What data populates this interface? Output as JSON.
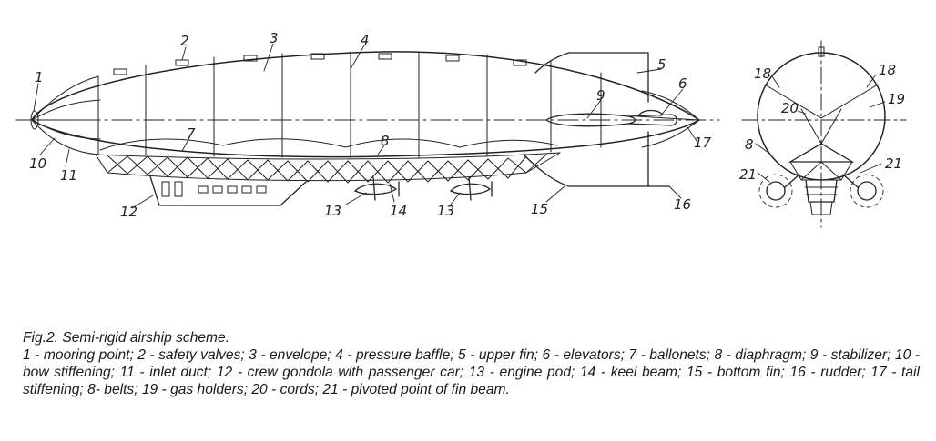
{
  "figure": {
    "title": "Fig.2. Semi-rigid airship scheme.",
    "legend": "1 - mooring point; 2 - safety valves; 3 - envelope; 4 - pressure baffle; 5 - upper fin; 6 - elevators; 7 - ballonets; 8 - diaphragm; 9 - stabilizer; 10 - bow stiffening; 11 - inlet duct; 12 - crew gondola with passenger car; 13 - engine pod; 14 - keel beam; 15 - bottom fin; 16 - rudder; 17 - tail stiffening; 8- belts; 19 - gas holders; 20 - cords; 21 - pivoted point of fin beam."
  },
  "side_view_labels": {
    "l1": "1",
    "l2": "2",
    "l3": "3",
    "l4": "4",
    "l5": "5",
    "l6": "6",
    "l7": "7",
    "l8": "8",
    "l9": "9",
    "l10": "10",
    "l11": "11",
    "l12": "12",
    "l13a": "13",
    "l13b": "13",
    "l14": "14",
    "l15": "15",
    "l16": "16",
    "l17": "17"
  },
  "section_view_labels": {
    "l18a": "18",
    "l18b": "18",
    "l19": "19",
    "l20": "20",
    "l8": "8",
    "l21a": "21",
    "l21b": "21"
  }
}
